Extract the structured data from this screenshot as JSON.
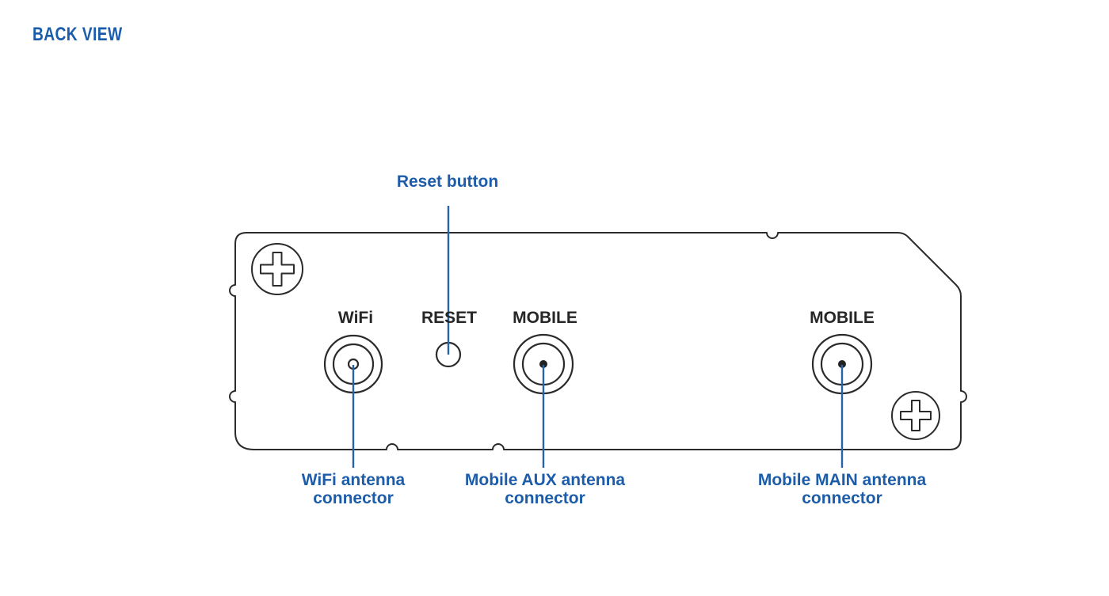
{
  "header": {
    "title": "BACK VIEW"
  },
  "colors": {
    "heading_blue": "#1a5cab",
    "callout_blue": "#1d5ca9",
    "callout_line_blue": "#2763a8",
    "drawing_outline": "#2b2b2b",
    "port_label_dark": "#262626",
    "background": "#ffffff"
  },
  "device": {
    "name": "router-back-panel",
    "ports": [
      {
        "id": "wifi",
        "label": "WiFi"
      },
      {
        "id": "reset",
        "label": "RESET"
      },
      {
        "id": "mobile_aux",
        "label": "MOBILE"
      },
      {
        "id": "mobile_main",
        "label": "MOBILE"
      }
    ]
  },
  "callouts": {
    "reset": {
      "label": "Reset button"
    },
    "wifi": {
      "line1": "WiFi antenna",
      "line2": "connector"
    },
    "mobile_aux": {
      "line1": "Mobile AUX antenna",
      "line2": "connector"
    },
    "mobile_main": {
      "line1": "Mobile MAIN antenna",
      "line2": "connector"
    }
  },
  "icons": {
    "screw_top_left": "phillips-screw-icon",
    "screw_bottom_right": "phillips-screw-icon",
    "wifi_connector": "coax-connector-icon",
    "mobile_aux_connector": "coax-connector-icon",
    "mobile_main_connector": "coax-connector-icon",
    "reset_button": "reset-hole-icon"
  }
}
